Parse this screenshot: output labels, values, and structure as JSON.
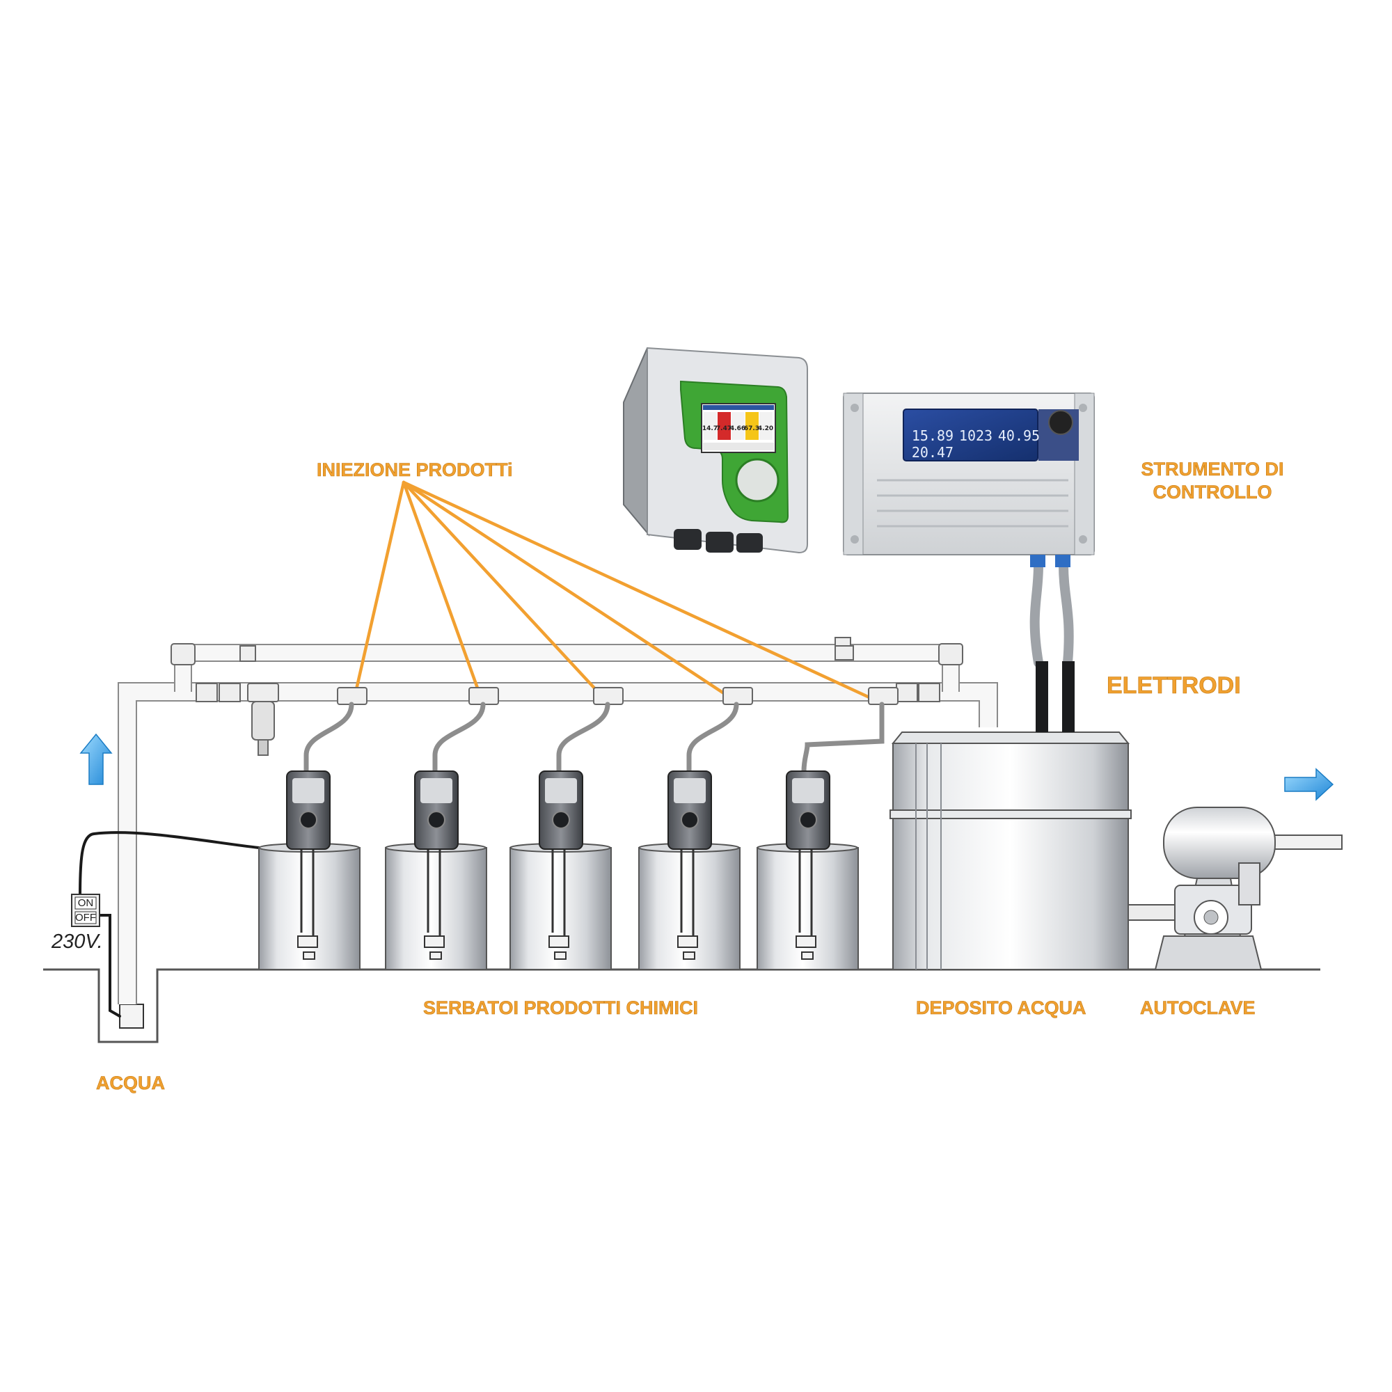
{
  "labels": {
    "iniezione": "INIEZIONE PRODOTTi",
    "strumento_line1": "STRUMENTO DI",
    "strumento_line2": "CONTROLLO",
    "elettrodi": "ELETTRODI",
    "serbatoi": "SERBATOI PRODOTTI CHIMICI",
    "deposito": "DEPOSITO ACQUA",
    "autoclave": "AUTOCLAVE",
    "acqua": "ACQUA"
  },
  "power_switch": {
    "on": "ON",
    "off": "OFF",
    "voltage": "230V."
  },
  "controller_lcd": {
    "value1": "15.89",
    "value2": "1023",
    "value3": "40.95",
    "value4": "20.47"
  },
  "touch_panel": {
    "readings": [
      "14.7",
      "7.47",
      "4.66",
      "67.3",
      "4.20"
    ]
  },
  "colors": {
    "label_orange": "#f0a030",
    "leader_lines": "#f2a030",
    "flow_arrows": "#3aa0e8",
    "controller_lcd": "#1f3c8a",
    "touch_panel_accent": "#3fa635"
  },
  "icons": [
    "up-arrow-icon",
    "right-arrow-icon",
    "knob-icon",
    "power-switch-icon"
  ]
}
